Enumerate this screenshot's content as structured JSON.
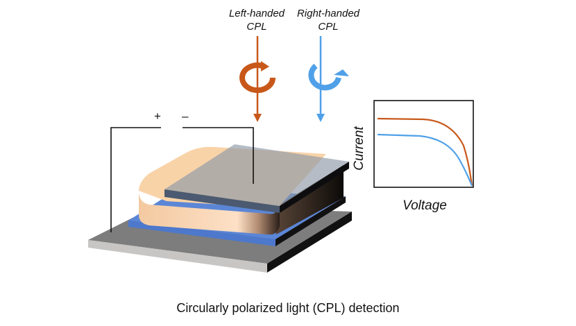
{
  "labels": {
    "left_cpl_1": "Left-handed",
    "left_cpl_2": "CPL",
    "right_cpl_1": "Right-handed",
    "right_cpl_2": "CPL",
    "plus": "+",
    "minus": "–",
    "y_axis": "Current",
    "x_axis": "Voltage",
    "caption": "Circularly polarized light (CPL) detection"
  },
  "colors": {
    "left_cpl": "#c8581a",
    "right_cpl": "#4fa0e8",
    "substrate": "#808080",
    "electrode": "#5b86d6",
    "active_ring": "#f7d2ac"
  }
}
